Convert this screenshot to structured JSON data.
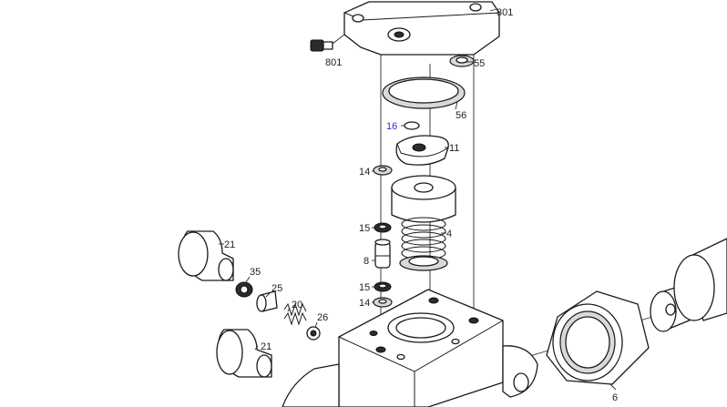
{
  "colors": {
    "line": "#1a1a1a",
    "highlight_label": "#2a34c8",
    "background": "#ffffff"
  },
  "labels": {
    "l801a": "801",
    "l801b": "801",
    "l55": "55",
    "l56": "56",
    "l16": "16",
    "l11": "11",
    "l14a": "14",
    "l15a": "15",
    "l4": "4",
    "l8": "8",
    "l15b": "15",
    "l14b": "14",
    "l21a": "21",
    "l35": "35",
    "l25": "25",
    "l20": "20",
    "l26": "26",
    "l21b": "21",
    "l6": "6"
  }
}
